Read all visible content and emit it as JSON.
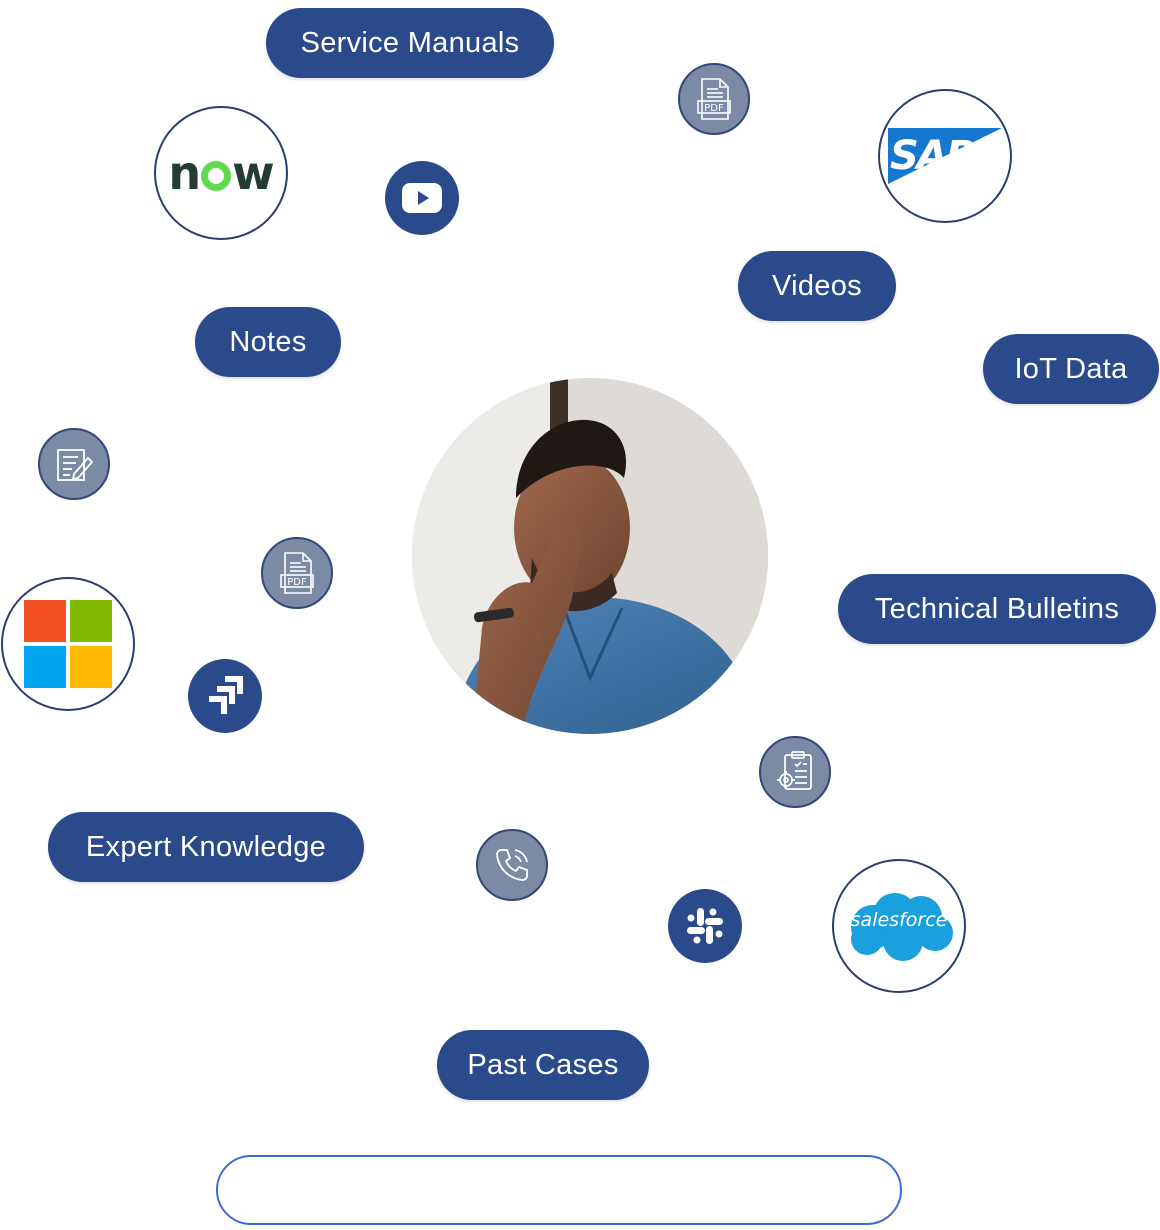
{
  "pills": {
    "service_manuals": "Service Manuals",
    "videos": "Videos",
    "notes": "Notes",
    "iot_data": "IoT Data",
    "technical_bulletins": "Technical Bulletins",
    "expert_knowledge": "Expert Knowledge",
    "past_cases": "Past Cases"
  },
  "logos": {
    "servicenow": "now",
    "sap": "SAP",
    "salesforce": "salesforce"
  },
  "icons": [
    "pdf-icon",
    "youtube-icon",
    "notepad-icon",
    "jira-icon",
    "checklist-gear-icon",
    "phone-icon",
    "slack-icon",
    "microsoft-icon"
  ],
  "bottom_bar": {
    "text": ""
  },
  "colors": {
    "pill_blue": "#2b4a8b",
    "icon_gray": "#7c8aa5",
    "border_blue": "#3d6bd4"
  }
}
